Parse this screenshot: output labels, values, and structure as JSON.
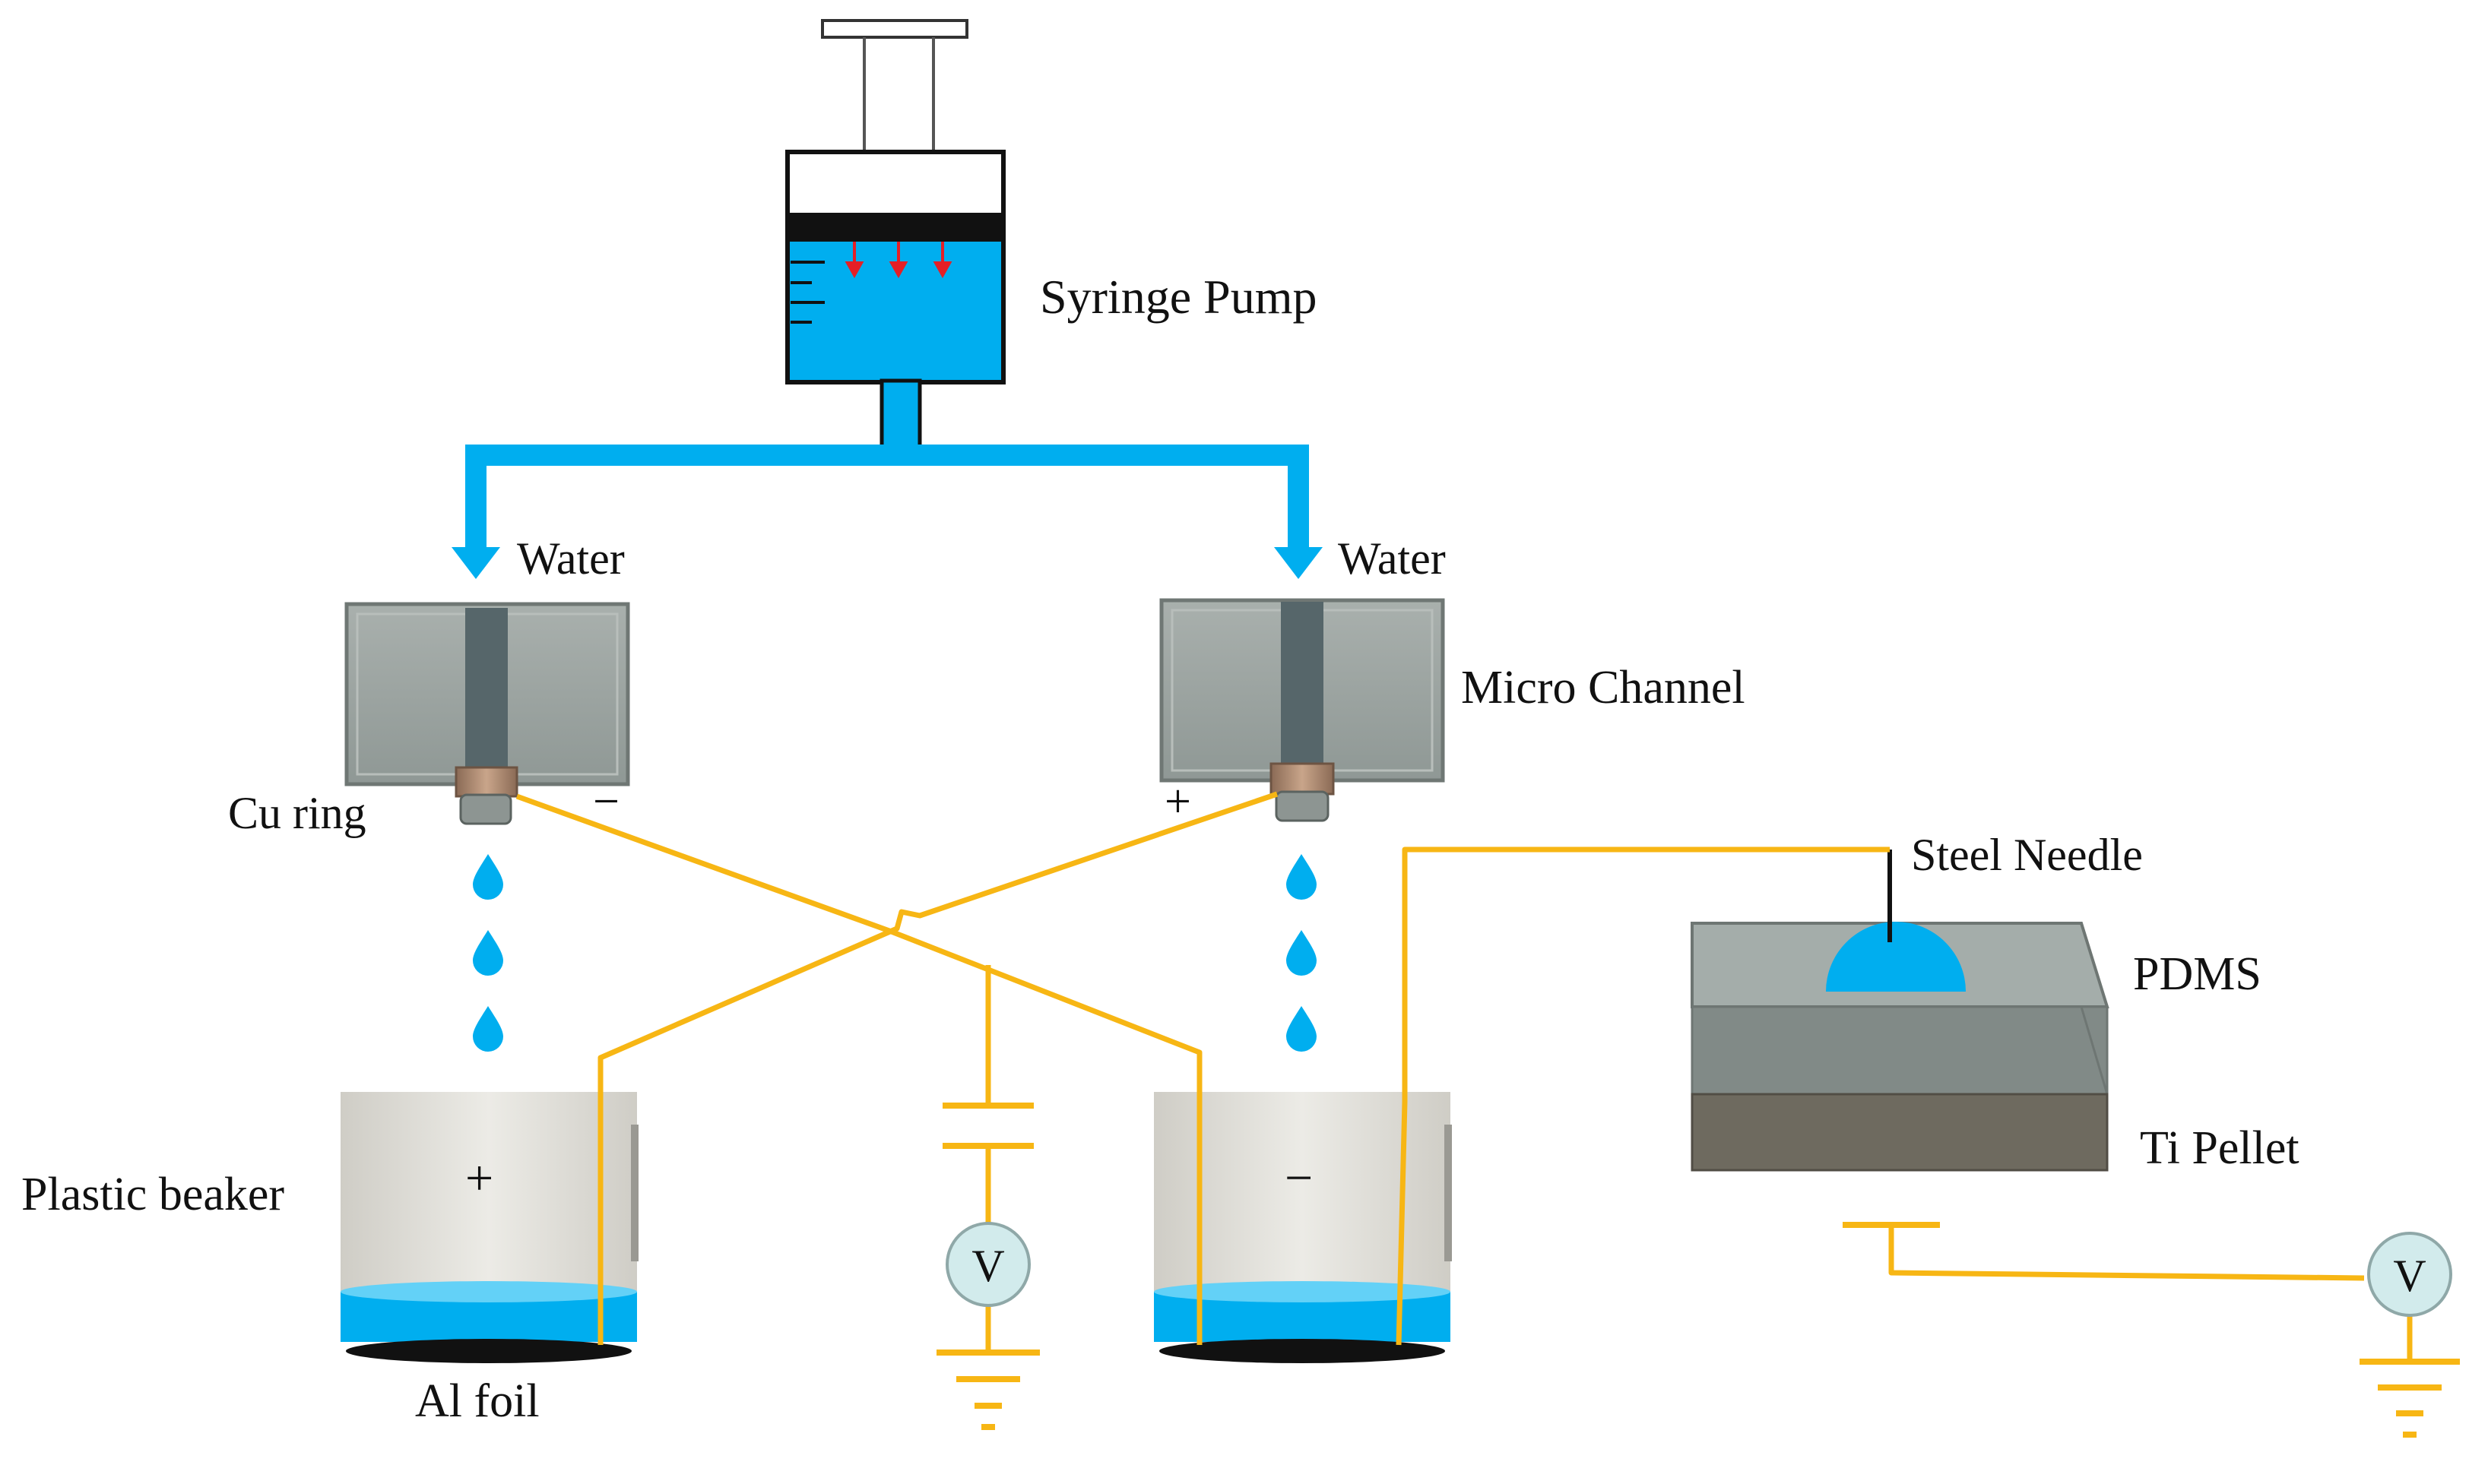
{
  "labels": {
    "syringe_pump": "Syringe Pump",
    "water_left": "Water",
    "water_right": "Water",
    "micro_channel": "Micro Channel",
    "cu_ring": "Cu ring",
    "steel_needle": "Steel Needle",
    "pdms": "PDMS",
    "ti_pellet": "Ti Pellet",
    "plastic_beaker": "Plastic beaker",
    "al_foil": "Al foil"
  },
  "signs": {
    "left_channel": "−",
    "right_channel": "+",
    "left_beaker": "+",
    "right_beaker": "−"
  },
  "meters": {
    "center": "V",
    "right": "V"
  },
  "colors": {
    "water": "#00AEEF",
    "wire": "#F7B614",
    "block_gray": "#9EA6A3",
    "beaker": "#E3E1DB",
    "pellet": "#6E6A5F",
    "arrow_red": "#E51F26"
  }
}
